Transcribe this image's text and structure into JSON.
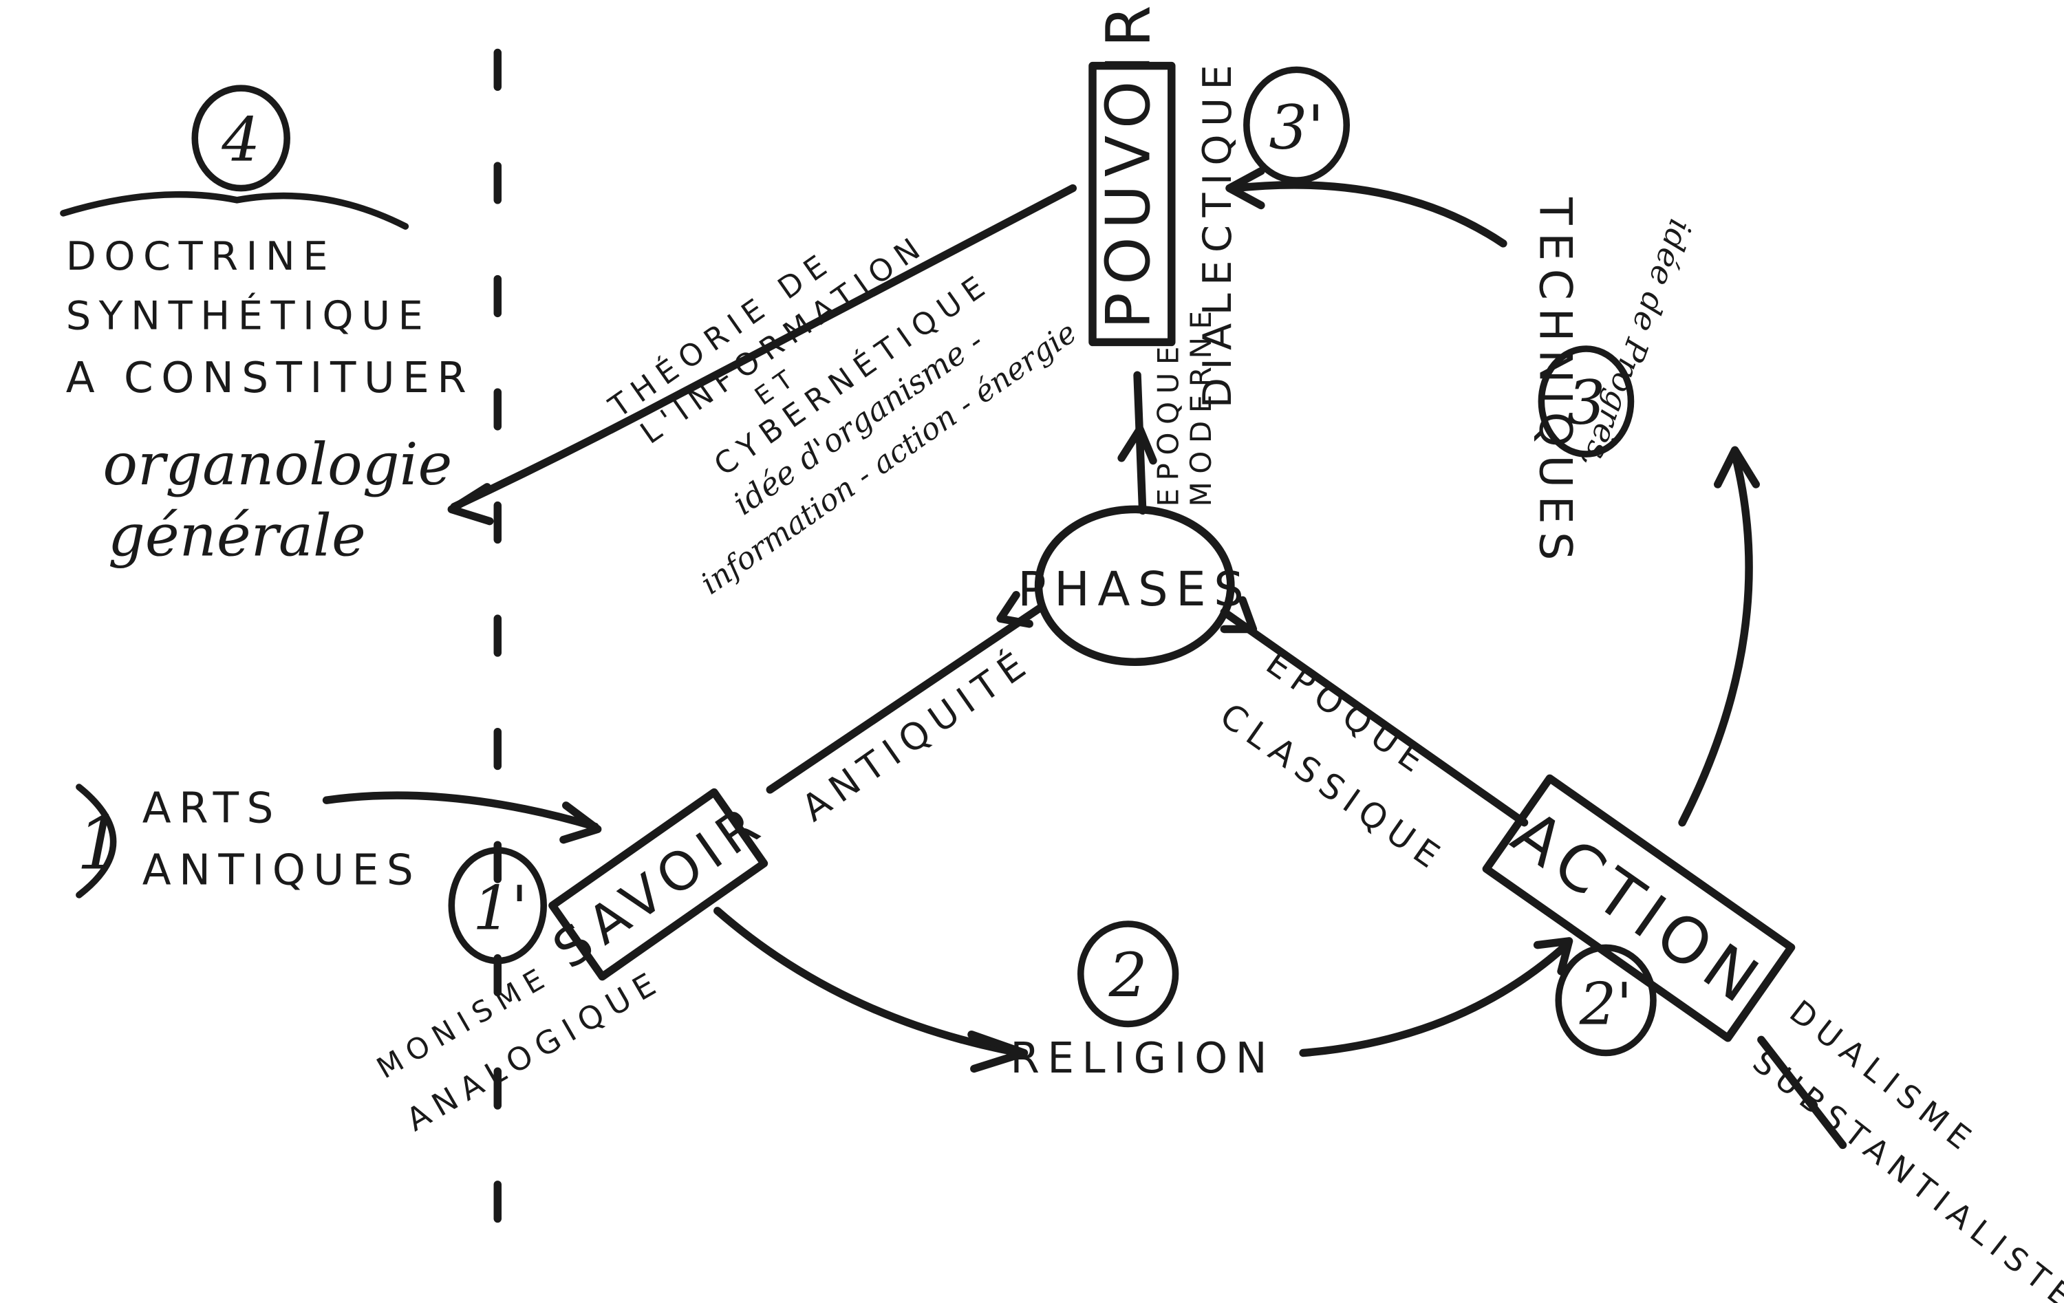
{
  "diagram": {
    "center": "PHASES",
    "nodes": {
      "savoir": "SAVOIR",
      "pouvoir": "POUVOIR",
      "action": "ACTION"
    },
    "marks": {
      "n1": "1",
      "n1p": "1'",
      "n2": "2",
      "n2p": "2'",
      "n3": "3",
      "n3p": "3'",
      "n4": "4"
    },
    "edge_labels": {
      "antiquite": "ANTIQUITÉ",
      "epoque_classique_1": "EPOQUE",
      "epoque_classique_2": "CLASSIQUE",
      "epoque_moderne_1": "EPOQUE",
      "epoque_moderne_2": "MODERNE",
      "dialectique": "DIALECTIQUE",
      "religion": "RELIGION",
      "techniques": "TECHNIQUES",
      "idee_progres": "idée de Progrès,"
    },
    "left_top": {
      "line1": "DOCTRINE",
      "line2": "SYNTHÉTIQUE",
      "line3": "A CONSTITUER",
      "line4": "organologie",
      "line5": "générale"
    },
    "left_bottom": {
      "line1": "ARTS",
      "line2": "ANTIQUES"
    },
    "theory_block": {
      "line1": "THÉORIE DE",
      "line2": "L'INFORMATION",
      "line3": "ET",
      "line4": "CYBERNÉTIQUE",
      "line5": "idée d'organisme -",
      "line6": "information - action - énergie"
    },
    "monisme": {
      "line1": "MONISME",
      "line2": "ANALOGIQUE"
    },
    "dualisme": {
      "line1": "DUALISME",
      "line2": "SUBSTANTIALISTE"
    }
  }
}
